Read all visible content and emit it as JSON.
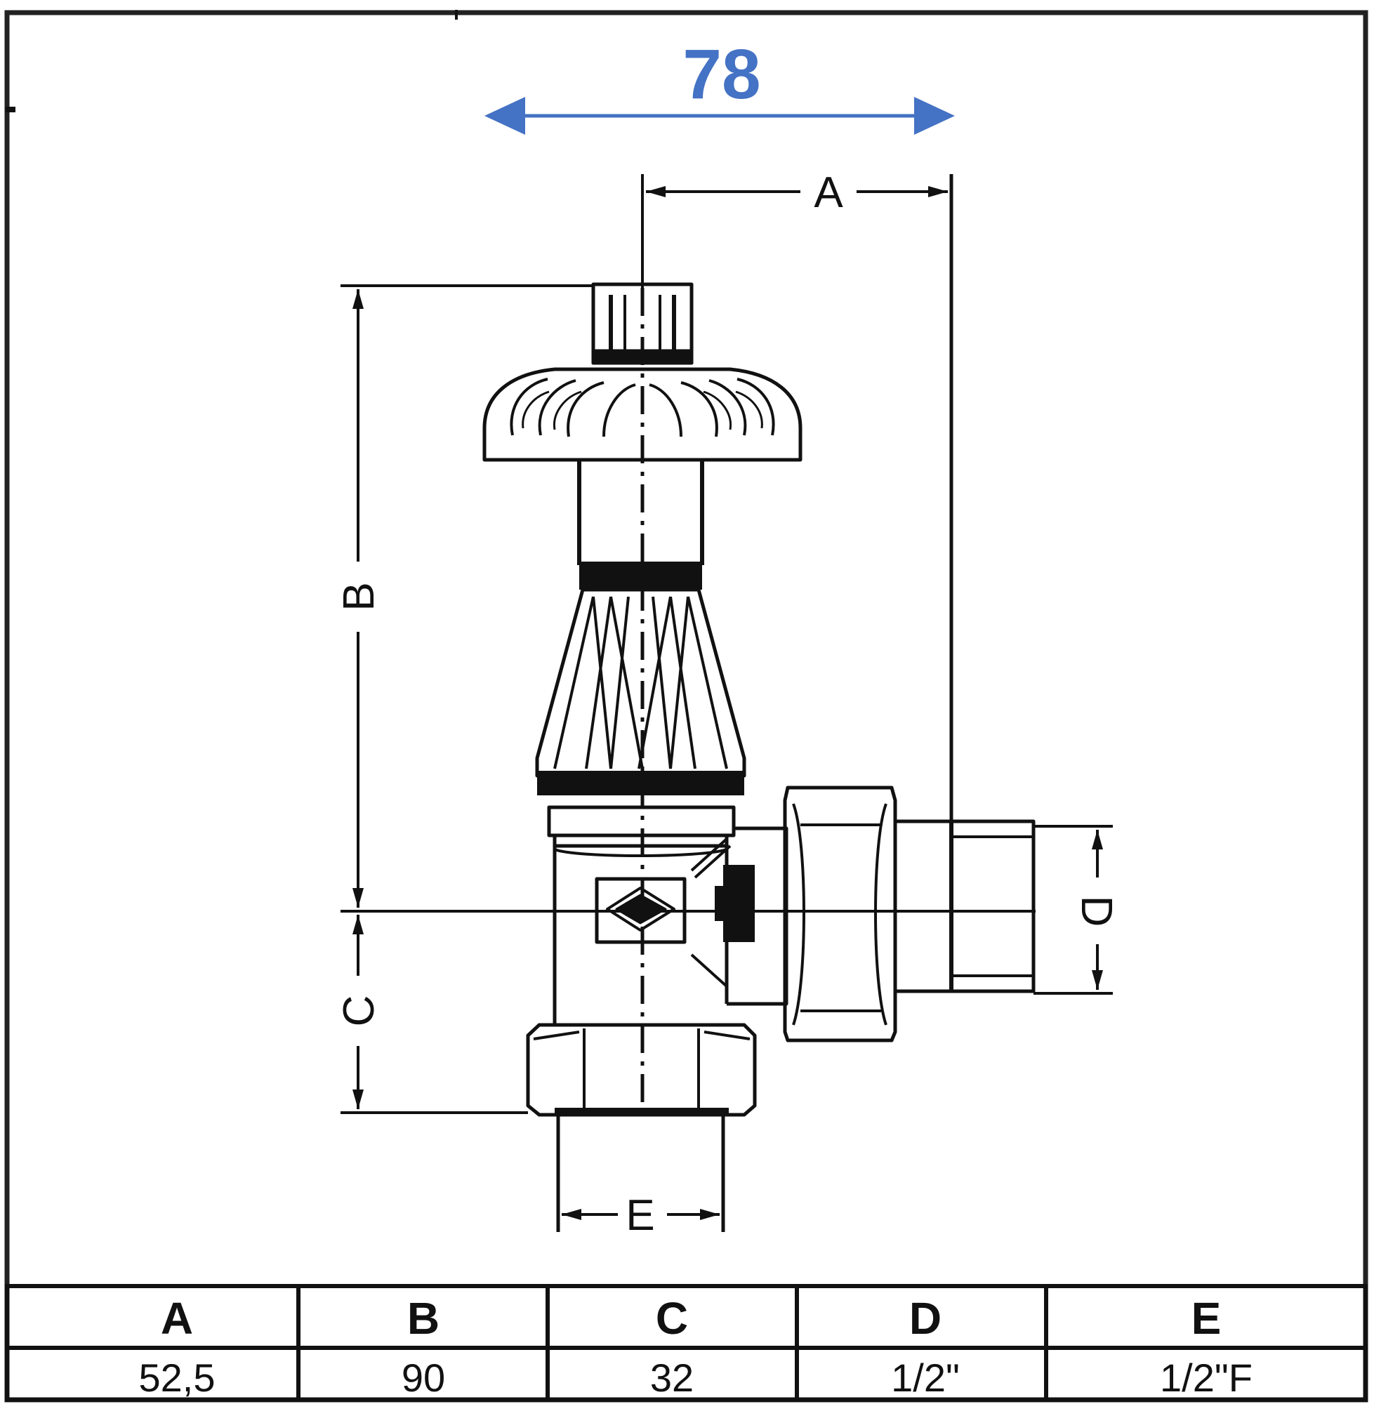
{
  "overall_dimension": {
    "value": "78",
    "color": "#4472C4"
  },
  "dimension_labels": {
    "A": "A",
    "B": "B",
    "C": "C",
    "D": "D",
    "E": "E"
  },
  "table": {
    "headers": [
      "A",
      "B",
      "C",
      "D",
      "E"
    ],
    "values": [
      "52,5",
      "90",
      "32",
      "1/2\"",
      "1/2\"F"
    ]
  },
  "icons": [
    "radiator-valve-drawing"
  ]
}
